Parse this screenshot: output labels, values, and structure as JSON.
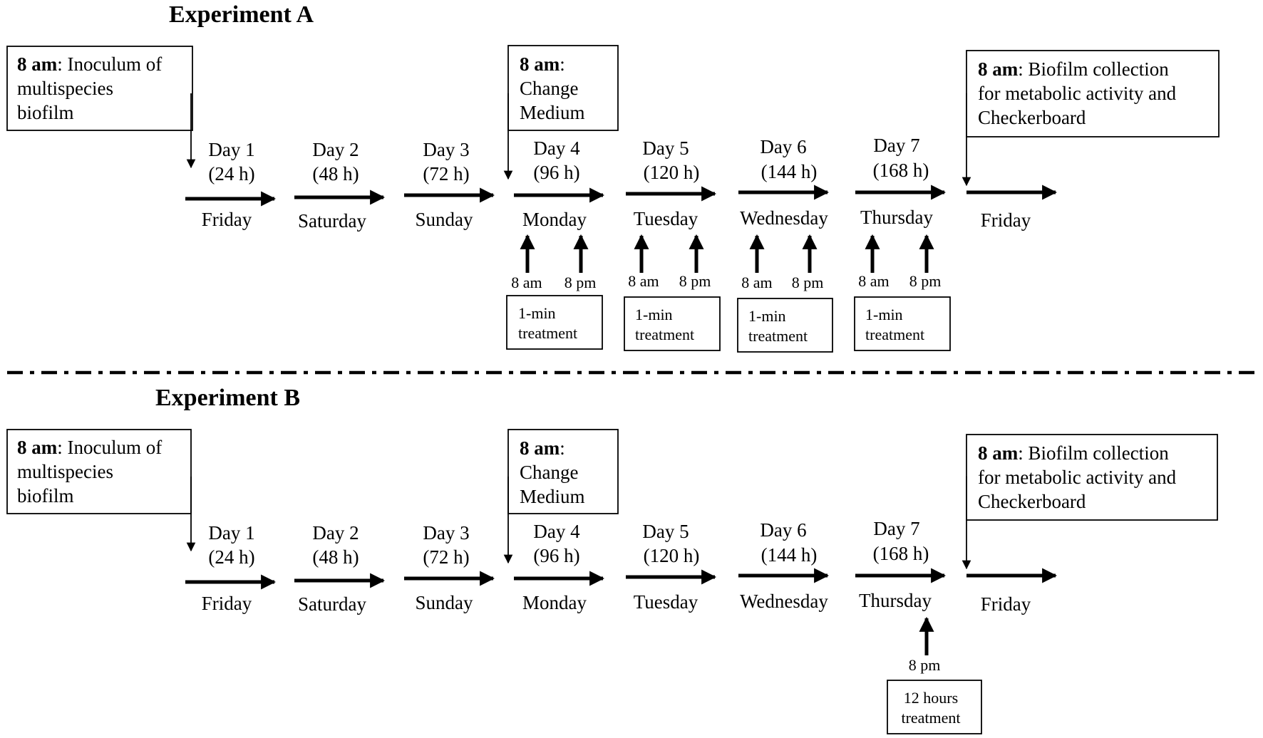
{
  "experiments": [
    {
      "title": "Experiment A",
      "inoculum": {
        "bold": "8 am",
        "rest": ": Inoculum of",
        "line2": "multispecies",
        "line3": "biofilm"
      },
      "change": {
        "bold": "8 am",
        "rest": ":",
        "line2": "Change",
        "line3": "Medium"
      },
      "collection": {
        "bold": "8 am",
        "rest": ": Biofilm collection",
        "line2": "for metabolic activity and",
        "line3": "Checkerboard"
      },
      "days": [
        {
          "day": "Day 1",
          "hours": "(24 h)",
          "weekday": "Friday"
        },
        {
          "day": "Day 2",
          "hours": "(48 h)",
          "weekday": "Saturday"
        },
        {
          "day": "Day 3",
          "hours": "(72 h)",
          "weekday": "Sunday"
        },
        {
          "day": "Day 4",
          "hours": "(96 h)",
          "weekday": "Monday"
        },
        {
          "day": "Day 5",
          "hours": "(120 h)",
          "weekday": "Tuesday"
        },
        {
          "day": "Day 6",
          "hours": "(144 h)",
          "weekday": "Wednesday"
        },
        {
          "day": "Day 7",
          "hours": "(168 h)",
          "weekday": "Thursday"
        }
      ],
      "final_weekday": "Friday",
      "treatments": [
        {
          "am": "8 am",
          "pm": "8 pm",
          "line1": "1-min",
          "line2": "treatment"
        },
        {
          "am": "8 am",
          "pm": "8 pm",
          "line1": "1-min",
          "line2": "treatment"
        },
        {
          "am": "8 am",
          "pm": "8 pm",
          "line1": "1-min",
          "line2": "treatment"
        },
        {
          "am": "8 am",
          "pm": "8 pm",
          "line1": "1-min",
          "line2": "treatment"
        }
      ]
    },
    {
      "title": "Experiment B",
      "inoculum": {
        "bold": "8 am",
        "rest": ": Inoculum of",
        "line2": "multispecies",
        "line3": "biofilm"
      },
      "change": {
        "bold": "8 am",
        "rest": ":",
        "line2": "Change",
        "line3": "Medium"
      },
      "collection": {
        "bold": "8 am",
        "rest": ": Biofilm collection",
        "line2": "for metabolic activity and",
        "line3": "Checkerboard"
      },
      "days": [
        {
          "day": "Day 1",
          "hours": "(24 h)",
          "weekday": "Friday"
        },
        {
          "day": "Day 2",
          "hours": "(48 h)",
          "weekday": "Saturday"
        },
        {
          "day": "Day 3",
          "hours": "(72 h)",
          "weekday": "Sunday"
        },
        {
          "day": "Day 4",
          "hours": "(96 h)",
          "weekday": "Monday"
        },
        {
          "day": "Day 5",
          "hours": "(120 h)",
          "weekday": "Tuesday"
        },
        {
          "day": "Day 6",
          "hours": "(144 h)",
          "weekday": "Wednesday"
        },
        {
          "day": "Day 7",
          "hours": "(168 h)",
          "weekday": "Thursday"
        }
      ],
      "final_weekday": "Friday",
      "treatment_b": {
        "pm": "8 pm",
        "line1": "12 hours",
        "line2": "treatment"
      }
    }
  ]
}
